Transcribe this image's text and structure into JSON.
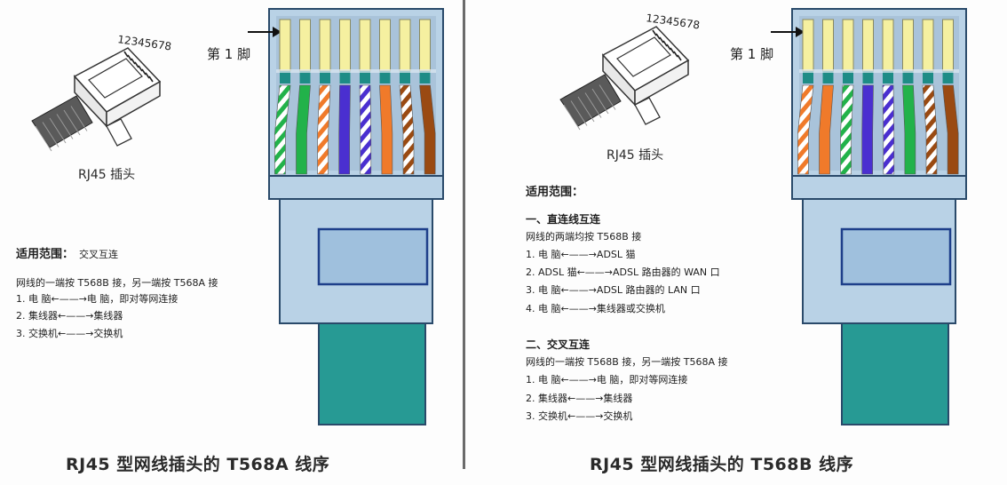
{
  "panels": [
    {
      "id": "t568a",
      "pin1_label": "第 1 脚",
      "plug_label": "RJ45 插头",
      "plug_digits": "12345678",
      "caption": "RJ45 型网线插头的 T568A 线序",
      "scope_title": "适用范围：",
      "scope_subtitle": "交叉互连",
      "lines": [
        "网线的一端按 T568B 接，另一端按 T568A 接",
        "1. 电  脑←——→电  脑，即对等网连接",
        "2. 集线器←——→集线器",
        "3. 交换机←——→交换机"
      ],
      "wires": [
        "green-white",
        "green",
        "orange-white",
        "blue",
        "blue-white",
        "orange",
        "brown-white",
        "brown"
      ]
    },
    {
      "id": "t568b",
      "pin1_label": "第 1 脚",
      "plug_label": "RJ45 插头",
      "plug_digits": "12345678",
      "caption": "RJ45 型网线插头的 T568B 线序",
      "scope_title": "适用范围：",
      "sections": [
        {
          "title": "一、直连线互连",
          "lines": [
            "网线的两端均按 T568B 接",
            "1. 电  脑←——→ADSL 猫",
            "2. ADSL 猫←——→ADSL 路由器的 WAN 口",
            "3. 电  脑←——→ADSL 路由器的 LAN 口",
            "4. 电  脑←——→集线器或交换机"
          ]
        },
        {
          "title": "二、交叉互连",
          "lines": [
            "网线的一端按 T568B 接，另一端按 T568A 接",
            "1. 电  脑←——→电  脑，即对等网连接",
            "2. 集线器←——→集线器",
            "3. 交换机←——→交换机"
          ]
        }
      ],
      "wires": [
        "orange-white",
        "orange",
        "green-white",
        "blue",
        "blue-white",
        "green",
        "brown-white",
        "brown"
      ]
    }
  ],
  "colors": {
    "green": "#22b24a",
    "orange": "#f07a2a",
    "blue": "#4a2fd0",
    "brown": "#9a4a12",
    "plug_body": "#b9d2e6",
    "plug_frame": "#2a4a6a",
    "contact": "#f5f0a0",
    "teal": "#1e8c86",
    "boot": "#279a94",
    "divider": "#6b6b6b"
  }
}
